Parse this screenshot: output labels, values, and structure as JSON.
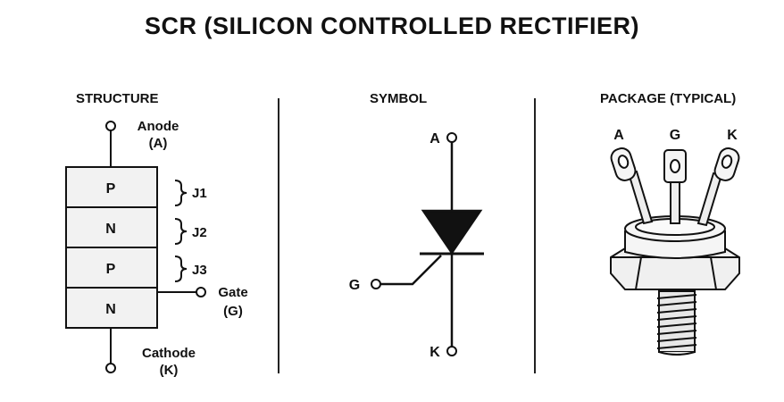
{
  "title": "SCR (SILICON CONTROLLED RECTIFIER)",
  "structure": {
    "heading": "STRUCTURE",
    "anode_label": "Anode",
    "anode_abbr": "(A)",
    "layers": [
      "P",
      "N",
      "P",
      "N"
    ],
    "junctions": [
      "J1",
      "J2",
      "J3"
    ],
    "gate_label": "Gate",
    "gate_abbr": "(G)",
    "cathode_label": "Cathode",
    "cathode_abbr": "(K)"
  },
  "symbol": {
    "heading": "SYMBOL",
    "anode": "A",
    "gate": "G",
    "cathode": "K"
  },
  "package": {
    "heading": "PACKAGE (TYPICAL)",
    "lead_labels": [
      "A",
      "G",
      "K"
    ]
  },
  "colors": {
    "layer_fill": "#f2f2f2",
    "stroke": "#111111"
  }
}
